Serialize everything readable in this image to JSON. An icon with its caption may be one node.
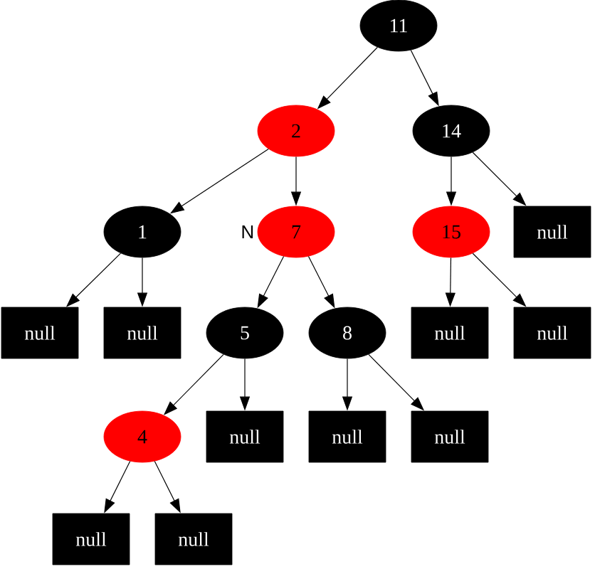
{
  "diagram": {
    "nodes": [
      {
        "text": [
          "11"
        ]
      },
      {
        "text": [
          "2"
        ]
      },
      {
        "text": [
          "14"
        ]
      },
      {
        "text": [
          "1"
        ]
      },
      {
        "text": [
          "7"
        ],
        "beside": [
          "N"
        ]
      },
      {
        "text": [
          "15"
        ]
      },
      {
        "text": [
          "null"
        ]
      },
      {
        "text": [
          "null"
        ]
      },
      {
        "text": [
          "null"
        ]
      },
      {
        "text": [
          "5"
        ]
      },
      {
        "text": [
          "8"
        ]
      },
      {
        "text": [
          "null"
        ]
      },
      {
        "text": [
          "null"
        ]
      },
      {
        "text": [
          "4"
        ]
      },
      {
        "text": [
          "null"
        ]
      },
      {
        "text": [
          "null"
        ]
      },
      {
        "text": [
          "null"
        ]
      },
      {
        "text": [
          "null"
        ]
      },
      {
        "text": [
          "null"
        ]
      }
    ],
    "edges": [
      {
        "from": 0,
        "to": 1,
        "arrow": "to"
      },
      {
        "from": 0,
        "to": 2,
        "arrow": "to"
      },
      {
        "from": 1,
        "to": 3,
        "arrow": "to"
      },
      {
        "from": 1,
        "to": 4,
        "arrow": "to"
      },
      {
        "from": 2,
        "to": 5,
        "arrow": "to"
      },
      {
        "from": 2,
        "to": 6,
        "arrow": "to"
      },
      {
        "from": 3,
        "to": 7,
        "arrow": "to"
      },
      {
        "from": 3,
        "to": 8,
        "arrow": "to"
      },
      {
        "from": 4,
        "to": 9,
        "arrow": "to"
      },
      {
        "from": 4,
        "to": 10,
        "arrow": "to"
      },
      {
        "from": 5,
        "to": 11,
        "arrow": "to"
      },
      {
        "from": 5,
        "to": 12,
        "arrow": "to"
      },
      {
        "from": 9,
        "to": 13,
        "arrow": "to"
      },
      {
        "from": 9,
        "to": 14,
        "arrow": "to"
      },
      {
        "from": 10,
        "to": 15,
        "arrow": "to"
      },
      {
        "from": 10,
        "to": 16,
        "arrow": "to"
      },
      {
        "from": 13,
        "to": 17,
        "arrow": "to"
      },
      {
        "from": 13,
        "to": 18,
        "arrow": "to"
      }
    ]
  }
}
